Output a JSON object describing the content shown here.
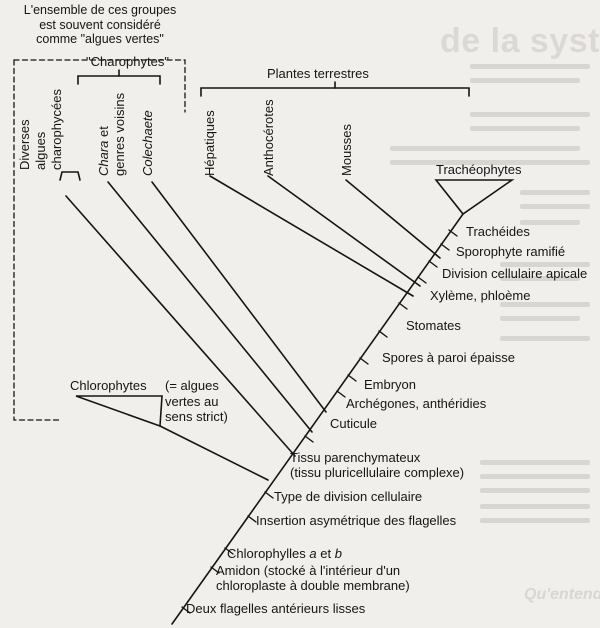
{
  "header": {
    "group_note": [
      "L'ensemble de ces groupes",
      "est souvent considéré",
      "comme \"algues vertes\""
    ],
    "charophytes": "\"Charophytes\"",
    "plantes_terrestres": "Plantes terrestres"
  },
  "taxa": {
    "diverses_algues": [
      "Diverses",
      "algues",
      "charophycées"
    ],
    "chara": [
      "Chara",
      " et",
      "genres voisins"
    ],
    "coleochaete": "Colechaete",
    "hepatiques": "Hépatiques",
    "anthocerotes": "Anthocérotes",
    "mousses": "Mousses",
    "tracheophytes": "Trachéophytes",
    "chlorophytes": "Chlorophytes",
    "chlorophytes_note": [
      "(= algues",
      "vertes au",
      "sens strict)"
    ]
  },
  "characters": {
    "tracheides": "Trachéides",
    "sporophyte": "Sporophyte ramifié",
    "division_apicale": "Division cellulaire apicale",
    "xyleme": "Xylème, phloème",
    "stomates": "Stomates",
    "spores": "Spores à paroi épaisse",
    "embryon": "Embryon",
    "archegones": "Archégones, anthéridies",
    "cuticule": "Cuticule",
    "tissu": [
      "Tissu parenchymateux",
      "(tissu pluricellulaire complexe)"
    ],
    "type_division": "Type de division cellulaire",
    "insertion": "Insertion asymétrique des flagelles",
    "chlorophylles": [
      "Chlorophylles ",
      "a",
      " et ",
      "b"
    ],
    "amidon": [
      "Amidon (stocké à l'intérieur d'un",
      "chloroplaste à double membrane)"
    ],
    "flagelles": "Deux flagelles antérieurs lisses"
  },
  "background": {
    "title_fragment": "de la systématique",
    "heading_fragment": "Qu'entend-on par"
  },
  "colors": {
    "ink": "#151515",
    "paper": "#f1efec",
    "ghost": "#d9d6d2"
  }
}
